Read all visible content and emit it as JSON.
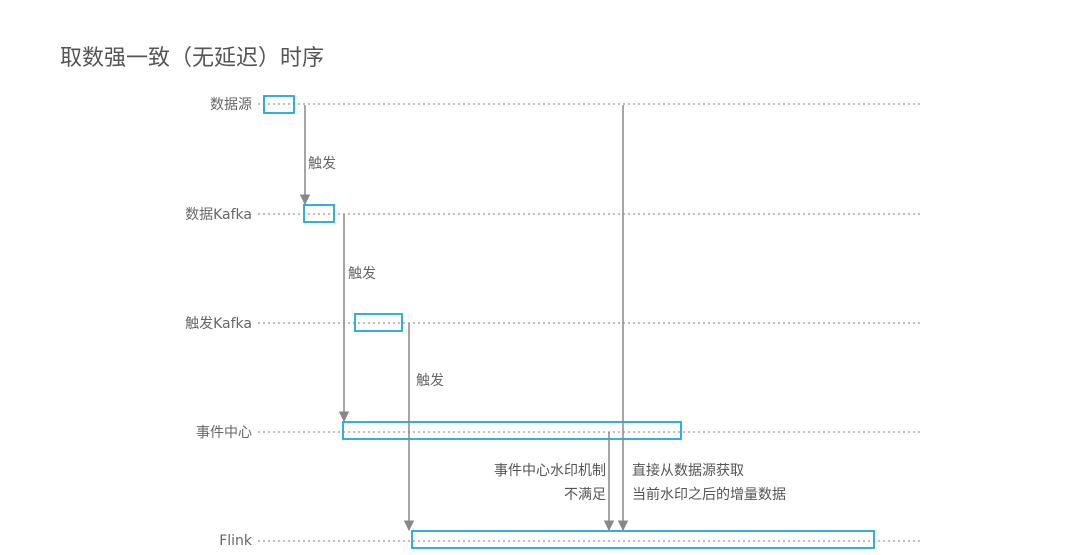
{
  "title": "取数强一致（无延迟）时序",
  "lanes": [
    {
      "id": "source",
      "label": "数据源"
    },
    {
      "id": "data_kafka",
      "label": "数据Kafka"
    },
    {
      "id": "trigger_kafka",
      "label": "触发Kafka"
    },
    {
      "id": "event_center",
      "label": "事件中心"
    },
    {
      "id": "flink",
      "label": "Flink"
    }
  ],
  "edges": [
    {
      "from": "source",
      "to": "data_kafka",
      "label": "触发"
    },
    {
      "from": "data_kafka",
      "to": "event_center",
      "label": "触发"
    },
    {
      "from": "trigger_kafka",
      "to": "flink",
      "label": "触发"
    },
    {
      "from": "event_center",
      "to": "flink",
      "label": ""
    },
    {
      "from": "source",
      "to": "flink",
      "label": ""
    }
  ],
  "notes": {
    "watermark_left": [
      "事件中心水印机制",
      "不满足"
    ],
    "watermark_right": [
      "直接从数据源获取",
      "当前水印之后的增量数据"
    ]
  },
  "colors": {
    "box": "#1ba9d6",
    "arrow": "#888888",
    "lane": "#999999",
    "text": "#666666"
  }
}
